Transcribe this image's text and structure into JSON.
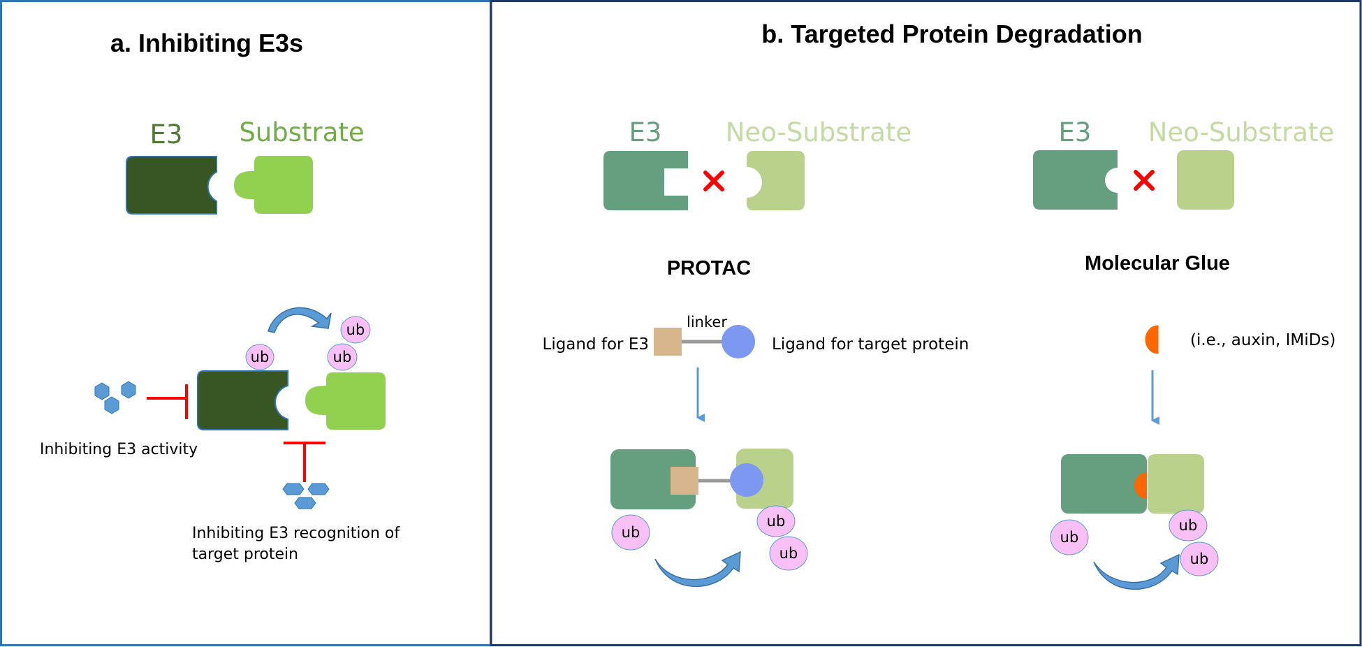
{
  "panel_a": {
    "title": "a. Inhibiting E3s",
    "e3_label": "E3",
    "substrate_label": "Substrate",
    "inhibit_activity_label": "Inhibiting E3 activity",
    "inhibit_recognition_label_line1": "Inhibiting E3 recognition of",
    "inhibit_recognition_label_line2": "target protein",
    "ub": "ub"
  },
  "panel_b": {
    "title": "b. Targeted Protein Degradation",
    "protac": {
      "e3_label": "E3",
      "neo_label": "Neo-Substrate",
      "heading": "PROTAC",
      "linker_label": "linker",
      "ligand_e3_label": "Ligand for E3",
      "ligand_target_label": "Ligand for target protein",
      "ub": "ub"
    },
    "glue": {
      "e3_label": "E3",
      "neo_label": "Neo-Substrate",
      "heading": "Molecular Glue",
      "examples_label": "(i.e., auxin, IMiDs)",
      "ub": "ub"
    }
  },
  "colors": {
    "border_a": "#2e74b5",
    "border_b": "#1f3864",
    "e3_dark": "#375623",
    "substrate_green": "#92d050",
    "e3_teal": "#669e80",
    "neo_green": "#b9d18a",
    "ub_pink": "#f9c0f5",
    "arrow_blue": "#5b9bd5",
    "inhibit_red": "#ff0000",
    "ligand_tan": "#d6b48c",
    "ligand_blue": "#7d98f0",
    "glue_orange": "#ff6600"
  },
  "icons": [
    "cross-mark-icon",
    "curved-arrow-icon",
    "down-arrow-icon",
    "inhibition-bar-icon",
    "hexagon-molecule-icon"
  ]
}
